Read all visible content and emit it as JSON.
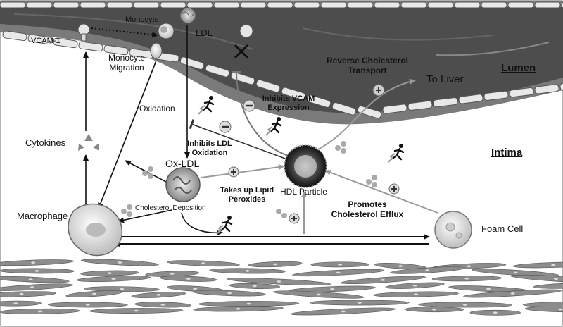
{
  "labels": {
    "vcam1": "VCAM-1",
    "monocyte": "Monocyte",
    "ldl": "LDL",
    "monocyte_migration": "Monocyte\nMigration",
    "oxidation": "Oxidation",
    "cytokines": "Cytokines",
    "reverse_cholesterol_transport": "Reverse Cholesterol\nTransport",
    "to_liver": "To Liver",
    "lumen": "Lumen",
    "inhibits_vcam_expression": "Inhibits VCAM\nExpression",
    "inhibits_ldl_oxidation": "Inhibits LDL\nOxidation",
    "intima": "Intima",
    "ox_ldl": "Ox-LDL",
    "takes_up_lipid_peroxides": "Takes up Lipid\nPeroxides",
    "hdl_particle": "HDL Particle",
    "cholesterol_deposition": "Cholesterol Deposition",
    "macrophage": "Macrophage",
    "promotes_cholesterol_efflux": "Promotes\nCholesterol Efflux",
    "foam_cell": "Foam Cell"
  },
  "colors": {
    "vessel_wall": "#7a7a7a",
    "lumen": "#4d4d4d",
    "endothelial_cell": "#e8e8e8",
    "arrow": "#111111",
    "hdl_arrow": "#9a9a9a",
    "smooth_muscle": "#8c8c8c"
  },
  "icons": [
    "running-person-icon",
    "plus-icon",
    "minus-icon",
    "cross-icon"
  ]
}
